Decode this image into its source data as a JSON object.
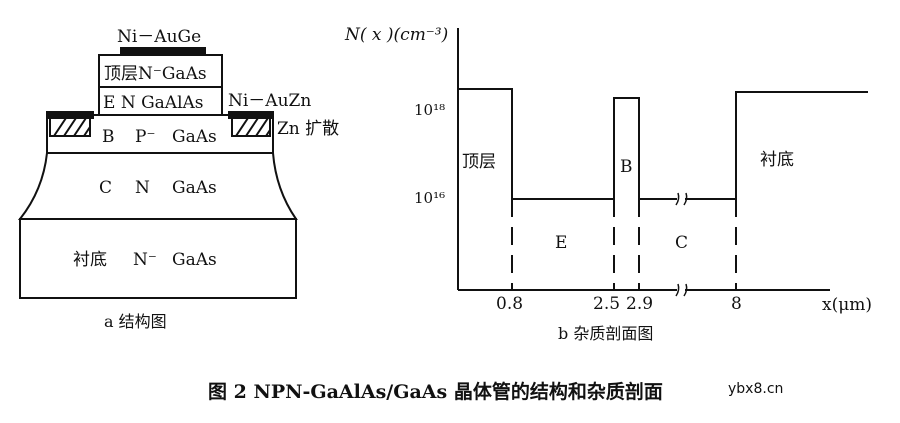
{
  "structure": {
    "contact_top": "Ni－AuGe",
    "layer_top": "顶层N⁻GaAs",
    "layer_emitter": "E N GaAlAs",
    "contact_side": "Ni－AuZn",
    "zn_diffusion": "Zn  扩散",
    "layer_base": [
      "B",
      "P⁻",
      "GaAs"
    ],
    "layer_collector": [
      "C",
      "N",
      "GaAs"
    ],
    "layer_substrate": [
      "衬底",
      "N⁻",
      "GaAs"
    ],
    "caption": "a    结构图"
  },
  "profile": {
    "y_axis_label": "N( x )(cm⁻³)",
    "y_tick_high": "10¹⁸",
    "y_tick_low": "10¹⁶",
    "x_axis_label": "x(μm)",
    "x_ticks": [
      "0.8",
      "2.5",
      "2.9",
      "8"
    ],
    "region_top": "顶层",
    "region_e": "E",
    "region_b": "B",
    "region_c": "C",
    "region_substrate": "衬底",
    "caption": "b    杂质剖面图"
  },
  "figure_title": "图 2   NPN-GaAlAs/GaAs 晶体管的结构和杂质剖面",
  "watermark": "ybx8.cn"
}
